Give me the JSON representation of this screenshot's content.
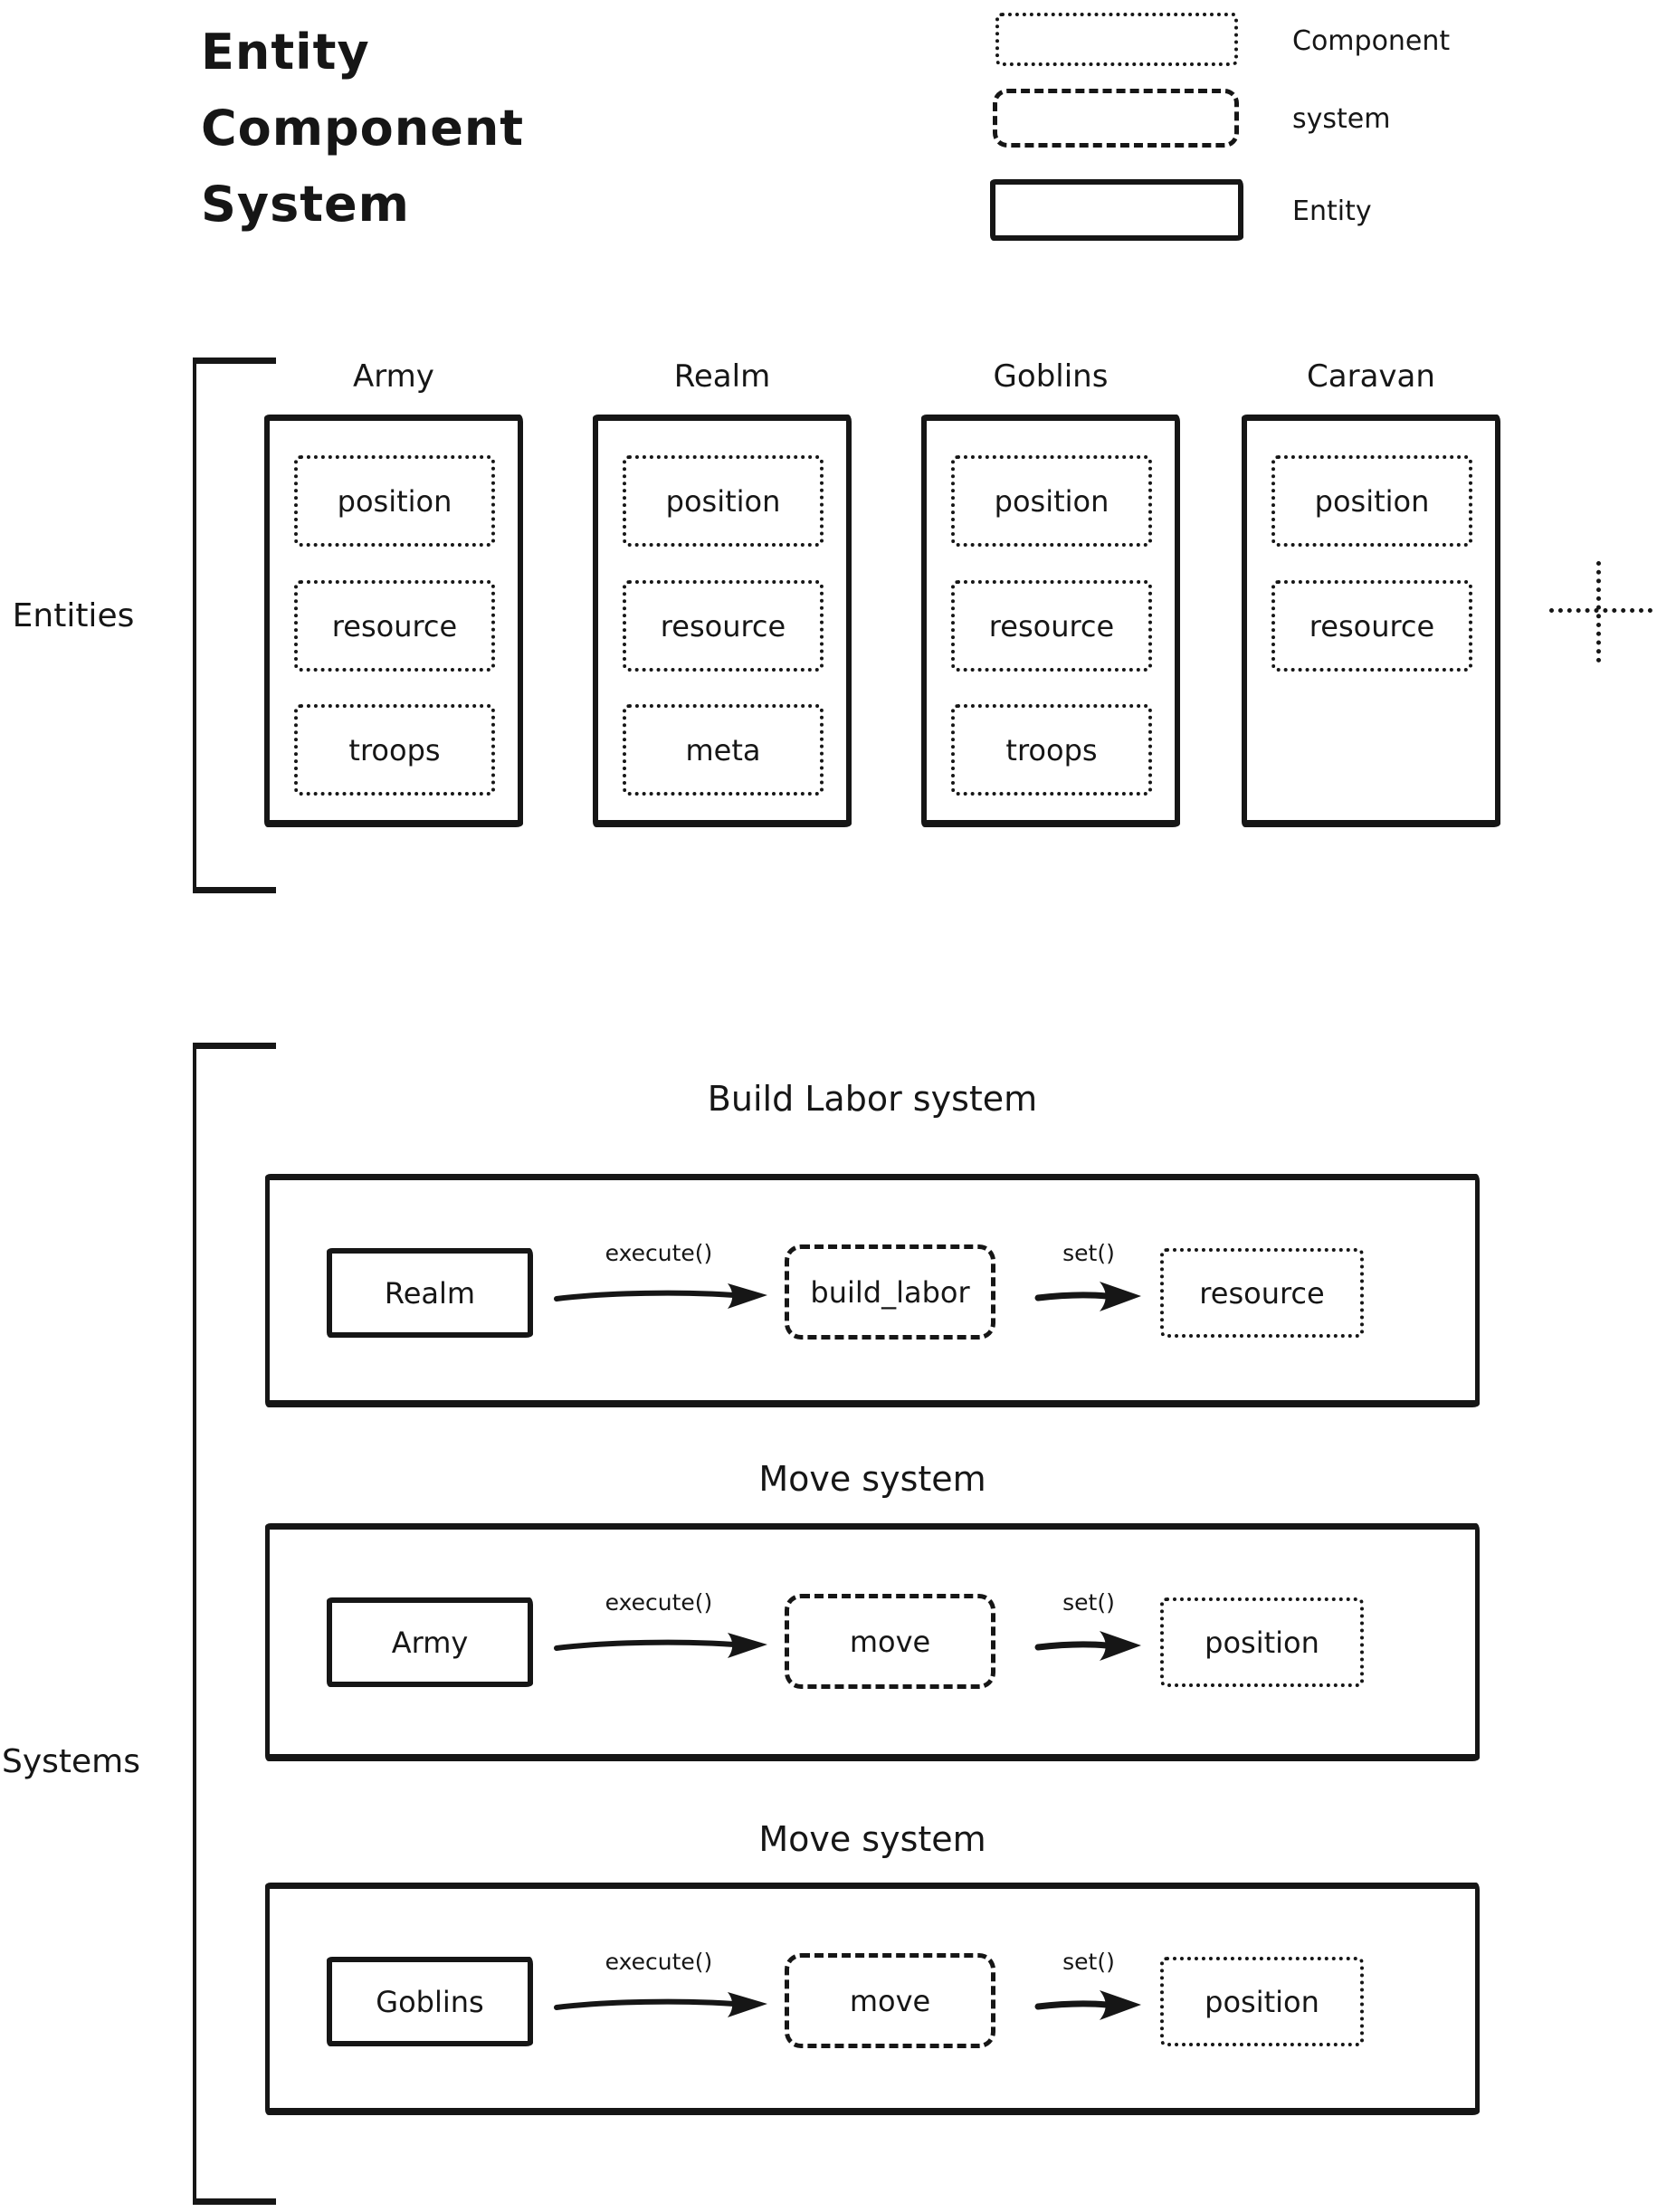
{
  "title": {
    "text": "Entity\nComponent\nSystem"
  },
  "legend": {
    "component_label": "Component",
    "system_label": "system",
    "entity_label": "Entity"
  },
  "entities_section": {
    "label": "Entities",
    "army": {
      "name": "Army",
      "components": [
        "position",
        "resource",
        "troops"
      ]
    },
    "realm": {
      "name": "Realm",
      "components": [
        "position",
        "resource",
        "meta"
      ]
    },
    "goblins": {
      "name": "Goblins",
      "components": [
        "position",
        "resource",
        "troops"
      ]
    },
    "caravan": {
      "name": "Caravan",
      "components": [
        "position",
        "resource"
      ]
    }
  },
  "systems_section": {
    "label": "Systems",
    "build_labor": {
      "title": "Build Labor system",
      "entity": "Realm",
      "execute_label": "execute()",
      "fn": "build_labor",
      "set_label": "set()",
      "component": "resource"
    },
    "move_army": {
      "title": "Move system",
      "entity": "Army",
      "execute_label": "execute()",
      "fn": "move",
      "set_label": "set()",
      "component": "position"
    },
    "move_goblins": {
      "title": "Move system",
      "entity": "Goblins",
      "execute_label": "execute()",
      "fn": "move",
      "set_label": "set()",
      "component": "position"
    }
  },
  "colors": {
    "ink": "#161616",
    "background": "#ffffff"
  }
}
